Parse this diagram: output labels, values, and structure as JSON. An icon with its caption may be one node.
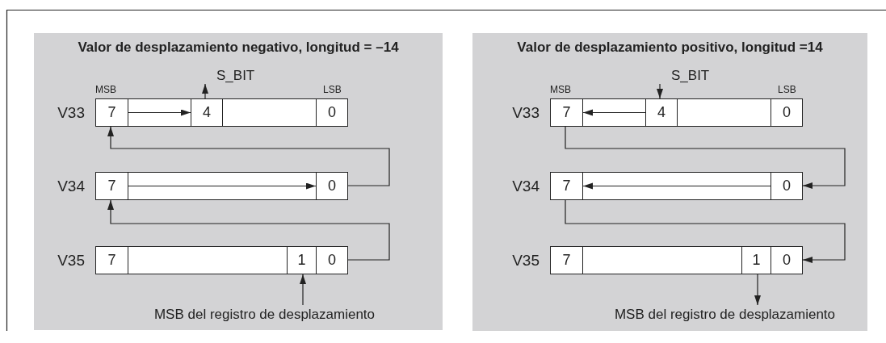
{
  "diagram": {
    "nodes": [
      {
        "text": [
          "Valor de desplazamiento negativo, longitud = –14"
        ]
      },
      {
        "text": [
          "S_BIT"
        ],
        "in": 0
      },
      {
        "text": [],
        "shape": "box",
        "in": 0,
        "beside": [
          "V33"
        ]
      },
      {
        "text": [
          "7"
        ],
        "in": 2
      },
      {
        "text": [
          "4"
        ],
        "in": 2
      },
      {
        "text": [
          "0"
        ],
        "in": 2
      },
      {
        "text": [],
        "shape": "box",
        "in": 0,
        "beside": [
          "V34"
        ]
      },
      {
        "text": [
          "7"
        ],
        "in": 6
      },
      {
        "text": [
          "0"
        ],
        "in": 6
      },
      {
        "text": [],
        "shape": "box",
        "in": 0,
        "beside": [
          "V35"
        ]
      },
      {
        "text": [
          "7"
        ],
        "in": 9
      },
      {
        "text": [
          "1"
        ],
        "in": 9
      },
      {
        "text": [
          "0"
        ],
        "in": 9
      },
      {
        "text": [
          "MSB del registro de desplazamiento"
        ],
        "in": 0
      },
      {
        "text": [
          "Valor de desplazamiento positivo, longitud =14"
        ]
      },
      {
        "text": [
          "S_BIT"
        ],
        "in": 14
      },
      {
        "text": [],
        "shape": "box",
        "in": 14,
        "beside": [
          "V33"
        ]
      },
      {
        "text": [
          "7"
        ],
        "in": 16
      },
      {
        "text": [
          "4"
        ],
        "in": 16
      },
      {
        "text": [
          "0"
        ],
        "in": 16
      },
      {
        "text": [],
        "shape": "box",
        "in": 14,
        "beside": [
          "V34"
        ]
      },
      {
        "text": [
          "7"
        ],
        "in": 20
      },
      {
        "text": [
          "0"
        ],
        "in": 20
      },
      {
        "text": [],
        "shape": "box",
        "in": 14,
        "beside": [
          "V35"
        ]
      },
      {
        "text": [
          "7"
        ],
        "in": 23
      },
      {
        "text": [
          "1"
        ],
        "in": 23
      },
      {
        "text": [
          "0"
        ],
        "in": 23
      },
      {
        "text": [
          "MSB del registro de desplazamiento"
        ],
        "in": 14
      }
    ],
    "edges": [
      {
        "from": 8,
        "to": 3,
        "arrow": "to"
      },
      {
        "from": 12,
        "to": 7,
        "arrow": "to"
      },
      {
        "from": 4,
        "to": 1,
        "arrow": "to"
      },
      {
        "from": 13,
        "to": 11,
        "arrow": "to"
      },
      {
        "from": 17,
        "to": 22,
        "arrow": "to"
      },
      {
        "from": 21,
        "to": 26,
        "arrow": "to"
      },
      {
        "from": 15,
        "to": 18,
        "arrow": "to"
      },
      {
        "from": 25,
        "to": 27,
        "arrow": "to"
      },
      {
        "from": 3,
        "to": 4,
        "arrow": "to"
      },
      {
        "from": 7,
        "to": 8,
        "arrow": "to"
      },
      {
        "from": 18,
        "to": 17,
        "arrow": "to"
      },
      {
        "from": 22,
        "to": 21,
        "arrow": "to"
      }
    ],
    "labels": [
      "MSB",
      "LSB",
      "MSB",
      "LSB"
    ]
  }
}
